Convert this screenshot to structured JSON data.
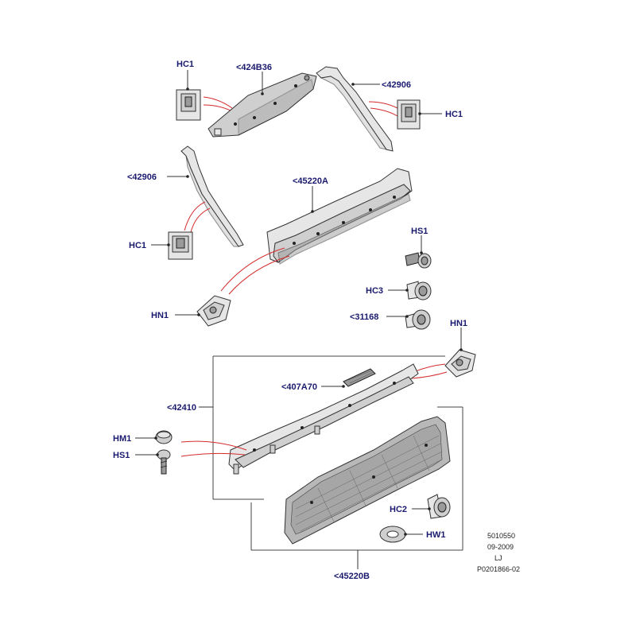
{
  "labels": {
    "hc1_top_left": "HC1",
    "p424b36": "<424B36",
    "p42906_top": "<42906",
    "hc1_top_right": "HC1",
    "p42906_left": "<42906",
    "p45220a": "<45220A",
    "hs1_right": "HS1",
    "hc1_left": "HC1",
    "hc3": "HC3",
    "hn1_left": "HN1",
    "p31168": "<31168",
    "hn1_right": "HN1",
    "p407a70": "<407A70",
    "p42410": "<42410",
    "hm1": "HM1",
    "hs1_left": "HS1",
    "hc2": "HC2",
    "hw1": "HW1",
    "p45220b": "<45220B"
  },
  "meta": {
    "line1": "5010550",
    "line2": "09-2009",
    "line3": "LJ",
    "line4": "P0201866-02"
  }
}
